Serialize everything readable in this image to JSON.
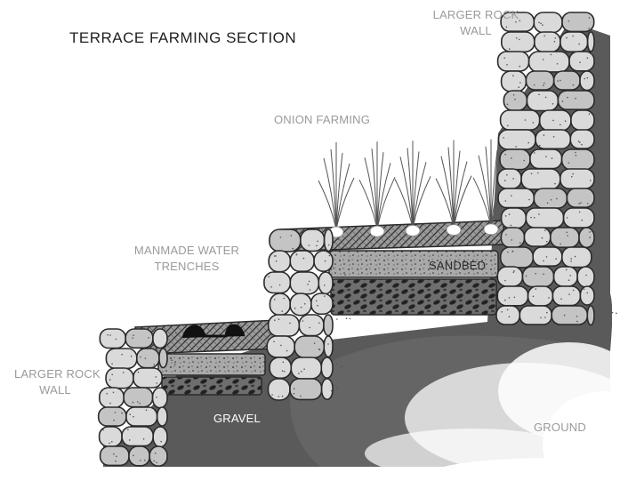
{
  "title": "TERRACE FARMING SECTION",
  "labels": {
    "upper_wall": [
      "LARGER ROCK",
      "WALL"
    ],
    "crop": "ONION FARMING",
    "trenches": [
      "MANMADE WATER",
      "TRENCHES"
    ],
    "sandbed": "SANDBED",
    "lower_wall": [
      "LARGER ROCK",
      "WALL"
    ],
    "gravel": "GRAVEL",
    "ground": "GROUND"
  },
  "colors": {
    "text": "#9a9a9a",
    "title": "#1f1f1f",
    "ground": "#555555",
    "rock": "#dadada",
    "rock_outline": "#2a2a2a"
  }
}
